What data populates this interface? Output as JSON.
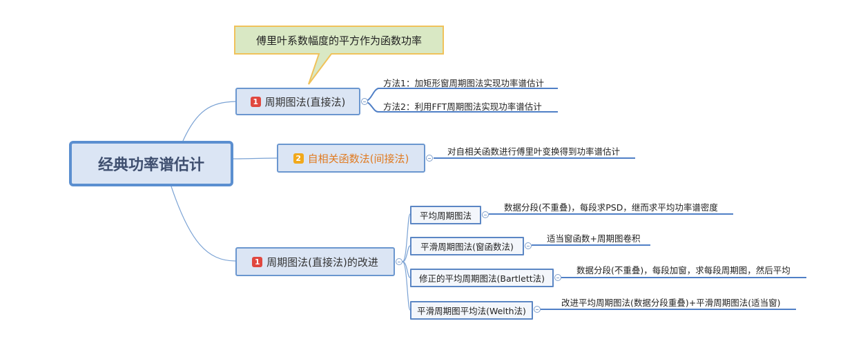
{
  "root": {
    "label": "经典功率谱估计"
  },
  "callout": {
    "text": "傅里叶系数幅度的平方作为函数功率"
  },
  "branches": [
    {
      "badge": "1",
      "label": "周期图法(直接法)",
      "leaves": [
        "方法1：加矩形窗周期图法实现功率谱估计",
        "方法2：利用FFT周期图法实现功率谱估计"
      ]
    },
    {
      "badge": "2",
      "label": "自相关函数法(间接法)",
      "leaves": [
        "对自相关函数进行傅里叶变换得到功率谱估计"
      ]
    },
    {
      "badge": "1",
      "label": "周期图法(直接法)的改进",
      "subs": [
        {
          "label": "平均周期图法",
          "leaf": "数据分段(不重叠)，每段求PSD，继而求平均功率谱密度"
        },
        {
          "label": "平滑周期图法(窗函数法)",
          "leaf": "适当窗函数+周期图卷积"
        },
        {
          "label": "修正的平均周期图法(Bartlett法)",
          "leaf": "数据分段(不重叠)，每段加窗，求每段周期图，然后平均"
        },
        {
          "label": "平滑周期图平均法(Welth法)",
          "leaf": "改进平均周期图法(数据分段重叠)+平滑周期图法(适当窗)"
        }
      ]
    }
  ],
  "colors": {
    "line": "#7aa2d4",
    "underline": "#4f7fc6",
    "callout_fill": "#d9e8c4",
    "callout_border": "#f0c25a",
    "badge_red": "#e0473f",
    "badge_amber": "#f1a91c",
    "orange_text": "#e07a20"
  }
}
